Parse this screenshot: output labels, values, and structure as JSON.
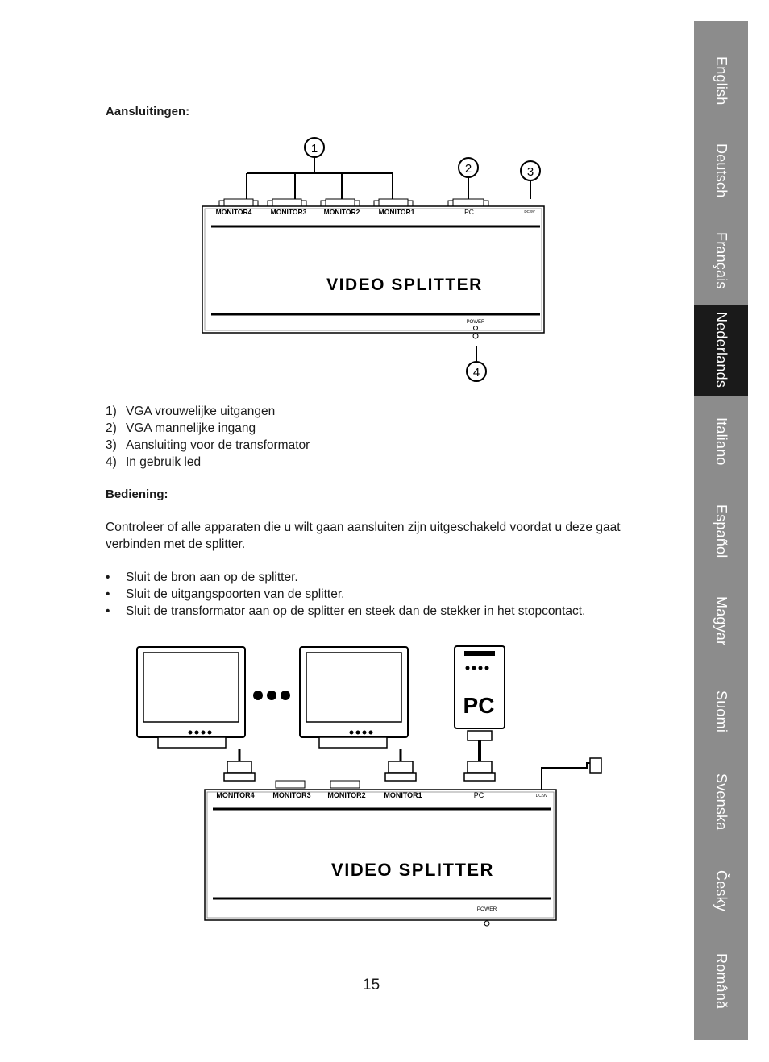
{
  "sidebar": {
    "tabs": [
      {
        "label": "English",
        "active": false
      },
      {
        "label": "Deutsch",
        "active": false
      },
      {
        "label": "Français",
        "active": false
      },
      {
        "label": "Nederlands",
        "active": true
      },
      {
        "label": "Italiano",
        "active": false
      },
      {
        "label": "Español",
        "active": false
      },
      {
        "label": "Magyar",
        "active": false
      },
      {
        "label": "Suomi",
        "active": false
      },
      {
        "label": "Svenska",
        "active": false
      },
      {
        "label": "Česky",
        "active": false
      },
      {
        "label": "Română",
        "active": false
      }
    ]
  },
  "connections": {
    "heading": "Aansluitingen:",
    "items": [
      {
        "num": "1)",
        "text": "VGA vrouwelijke uitgangen"
      },
      {
        "num": "2)",
        "text": "VGA mannelijke ingang"
      },
      {
        "num": "3)",
        "text": "Aansluiting voor de transformator"
      },
      {
        "num": "4)",
        "text": "In gebruik led"
      }
    ]
  },
  "diagram1": {
    "callouts": [
      "1",
      "2",
      "3",
      "4"
    ],
    "ports": [
      "MONITOR4",
      "MONITOR3",
      "MONITOR2",
      "MONITOR1"
    ],
    "pc_label": "PC",
    "dc_label": "DC 9V",
    "device_title": "VIDEO SPLITTER",
    "power_label": "POWER"
  },
  "operation": {
    "heading": "Bediening:",
    "intro": "Controleer of alle apparaten die u wilt gaan aansluiten zijn uitgeschakeld voordat u deze gaat verbinden met de splitter.",
    "bullets": [
      "Sluit de bron aan op de splitter.",
      "Sluit de uitgangspoorten van de splitter.",
      "Sluit de transformator aan op de splitter en steek dan de stekker in het stopcontact."
    ]
  },
  "diagram2": {
    "ports": [
      "MONITOR4",
      "MONITOR3",
      "MONITOR2",
      "MONITOR1"
    ],
    "pc_label": "PC",
    "pc_box_label": "PC",
    "dc_label": "DC 9V",
    "device_title": "VIDEO SPLITTER",
    "power_label": "POWER"
  },
  "page_number": "15"
}
